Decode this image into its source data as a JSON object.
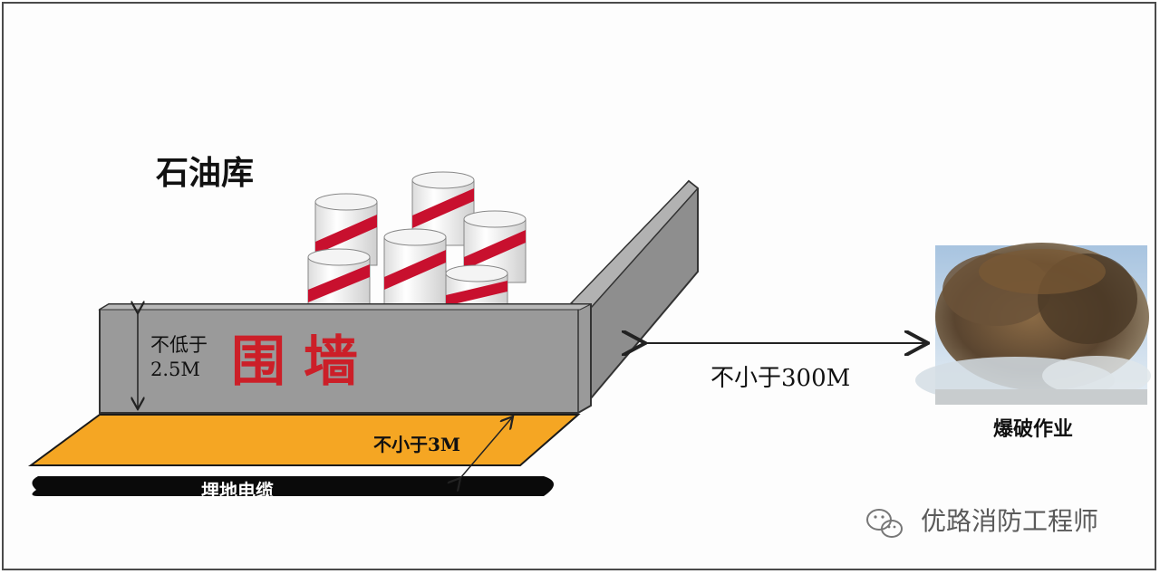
{
  "title": "石油库",
  "wall": {
    "label": "围墙",
    "height_text": "不低于",
    "height_value": "2.5M"
  },
  "distance": {
    "text": "不小于300M"
  },
  "buffer": {
    "text": "不小于3M"
  },
  "cable": {
    "label": "埋地电缆"
  },
  "blast": {
    "label": "爆破作业"
  },
  "watermark": {
    "text": "优路消防工程师"
  },
  "colors": {
    "wall_front": "#9a9a9a",
    "wall_side": "#8e8e8e",
    "buffer_zone": "#f5a623",
    "cable": "#0a0a0a",
    "tank_stripe": "#c8102e",
    "wall_text": "#cc1f28"
  },
  "icons": [
    "oil-tank-icon",
    "wechat-logo-icon",
    "explosion-photo"
  ]
}
